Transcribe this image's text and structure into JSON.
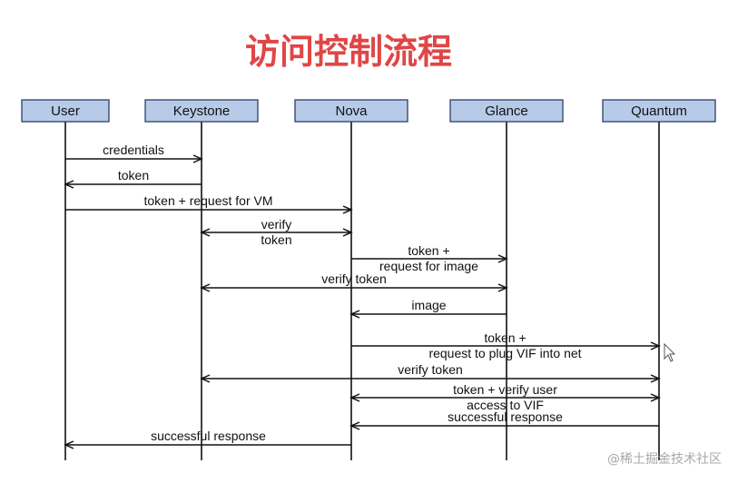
{
  "title": "访问控制流程",
  "title_color": "#e04646",
  "watermark": "@稀土掘金技术社区",
  "cursor_icon": "mouse-pointer-icon",
  "actors": [
    {
      "id": "user",
      "label": "User"
    },
    {
      "id": "keystone",
      "label": "Keystone"
    },
    {
      "id": "nova",
      "label": "Nova"
    },
    {
      "id": "glance",
      "label": "Glance"
    },
    {
      "id": "quantum",
      "label": "Quantum"
    }
  ],
  "messages": [
    {
      "from": "user",
      "to": "keystone",
      "lines": [
        "credentials"
      ]
    },
    {
      "from": "keystone",
      "to": "user",
      "lines": [
        "token"
      ]
    },
    {
      "from": "user",
      "to": "nova",
      "lines": [
        "token + request for VM"
      ]
    },
    {
      "from": "keystone",
      "to": "nova",
      "both": true,
      "lines": [
        "verify",
        "token"
      ]
    },
    {
      "from": "nova",
      "to": "glance",
      "lines": [
        "token +",
        "request for image"
      ]
    },
    {
      "from": "keystone",
      "to": "glance",
      "both": true,
      "lines": [
        "verify token"
      ]
    },
    {
      "from": "glance",
      "to": "nova",
      "lines": [
        "image"
      ]
    },
    {
      "from": "nova",
      "to": "quantum",
      "lines": [
        "token +",
        "request to plug VIF into net"
      ]
    },
    {
      "from": "keystone",
      "to": "quantum",
      "both": true,
      "lines": [
        "verify token"
      ]
    },
    {
      "from": "nova",
      "to": "quantum",
      "both": true,
      "lines": [
        "token + verify user",
        "access to VIF"
      ]
    },
    {
      "from": "quantum",
      "to": "nova",
      "lines": [
        "successful response"
      ]
    },
    {
      "from": "nova",
      "to": "user",
      "lines": [
        "successful response"
      ]
    }
  ]
}
